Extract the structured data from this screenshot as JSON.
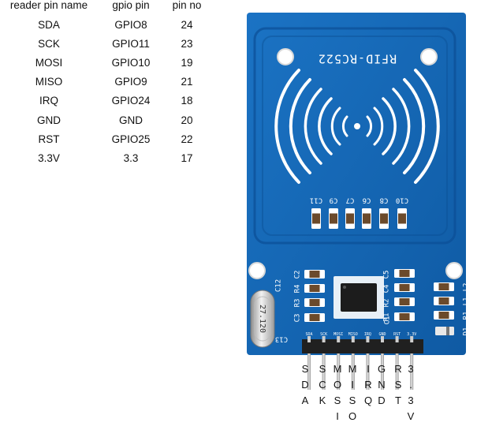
{
  "table": {
    "headers": [
      "reader pin name",
      "gpio pin",
      "pin no"
    ],
    "rows": [
      [
        "SDA",
        "GPIO8",
        "24"
      ],
      [
        "SCK",
        "GPIO11",
        "23"
      ],
      [
        "MOSI",
        "GPIO10",
        "19"
      ],
      [
        "MISO",
        "GPIO9",
        "21"
      ],
      [
        "IRQ",
        "GPIO24",
        "18"
      ],
      [
        "GND",
        "GND",
        "20"
      ],
      [
        "RST",
        "GPIO25",
        "22"
      ],
      [
        "3.3V",
        "3.3",
        "17"
      ]
    ]
  },
  "board": {
    "title": "RFID-RC522",
    "capacitor_labels": [
      "C11",
      "C9",
      "C7",
      "C6",
      "C8",
      "C10"
    ],
    "left_labels": [
      "C12",
      "C2",
      "R4",
      "R3",
      "C3"
    ],
    "right_labels": [
      "C5",
      "C4",
      "R2",
      "R1",
      "C1"
    ],
    "far_right_labels": [
      "L2",
      "L1",
      "R1",
      "D1"
    ],
    "crystal_label": "27.120",
    "silk_pins": [
      "SDA",
      "SCK",
      "MOSI",
      "MISO",
      "IRQ",
      "GND",
      "RST",
      "3.3V"
    ],
    "bottom_left_label": "C13",
    "pin_letters": [
      [
        "S",
        "D",
        "A"
      ],
      [
        "S",
        "C",
        "K"
      ],
      [
        "M",
        "O",
        "S",
        "I"
      ],
      [
        "M",
        "I",
        "S",
        "O"
      ],
      [
        "I",
        "R",
        "Q"
      ],
      [
        "G",
        "N",
        "D"
      ],
      [
        "R",
        "S",
        "T"
      ],
      [
        "3",
        ".",
        "3",
        "V"
      ]
    ],
    "colors": {
      "pcb": "#1465b0",
      "pcb_dark": "#0c4f95",
      "silk": "#ffffff",
      "pin_metal": "#b9b9b9",
      "header": "#202020"
    }
  }
}
